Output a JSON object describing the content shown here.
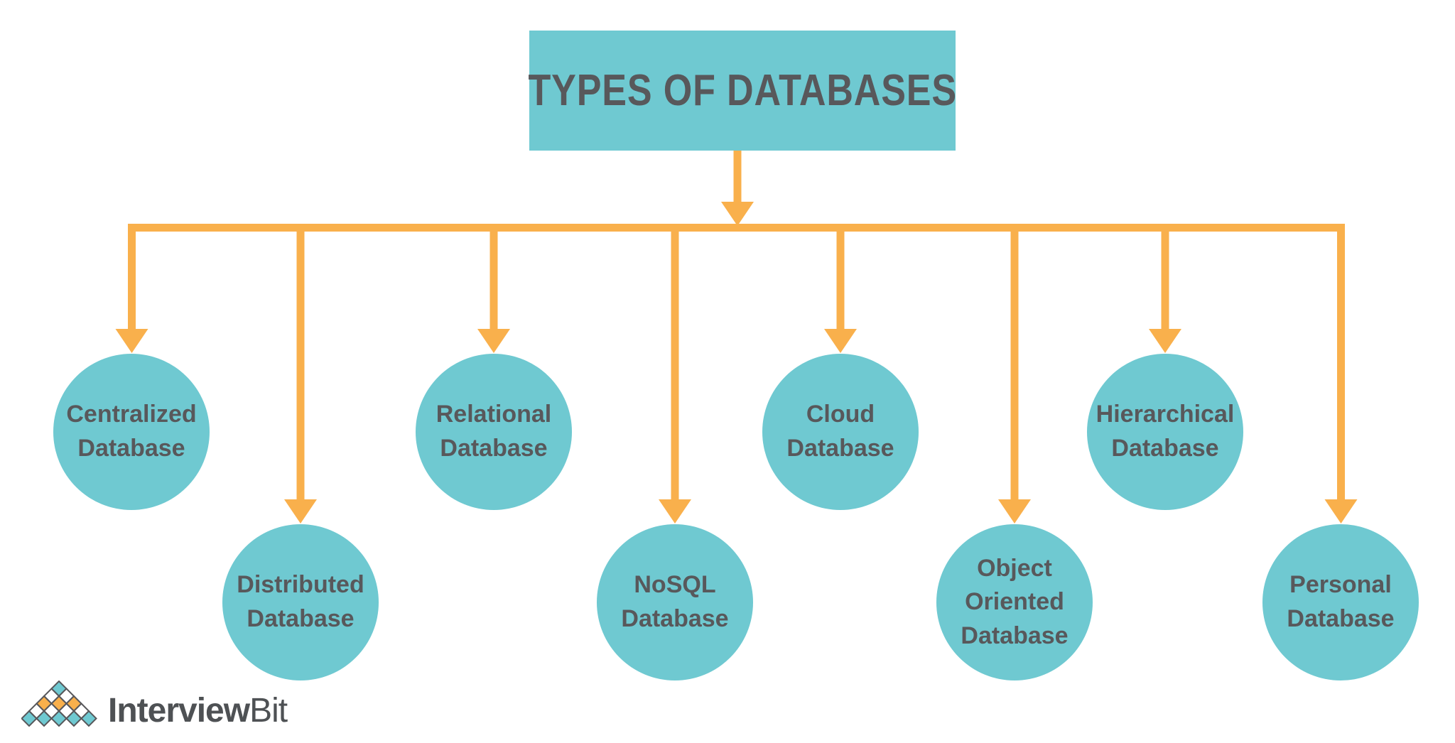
{
  "colors": {
    "teal": "#6fc9d1",
    "orange": "#f9b04c",
    "text_gray": "#58585b",
    "logo_text": "#4e5154"
  },
  "title": {
    "text": "TYPES OF DATABASES"
  },
  "nodes": [
    {
      "id": "centralized",
      "label": "Centralized\nDatabase"
    },
    {
      "id": "distributed",
      "label": "Distributed\nDatabase"
    },
    {
      "id": "relational",
      "label": "Relational\nDatabase"
    },
    {
      "id": "nosql",
      "label": "NoSQL\nDatabase"
    },
    {
      "id": "cloud",
      "label": "Cloud\nDatabase"
    },
    {
      "id": "object-oriented",
      "label": "Object\nOriented\nDatabase"
    },
    {
      "id": "hierarchical",
      "label": "Hierarchical\nDatabase"
    },
    {
      "id": "personal",
      "label": "Personal\nDatabase"
    }
  ],
  "logo": {
    "brand_bold": "Interview",
    "brand_light": "Bit"
  }
}
